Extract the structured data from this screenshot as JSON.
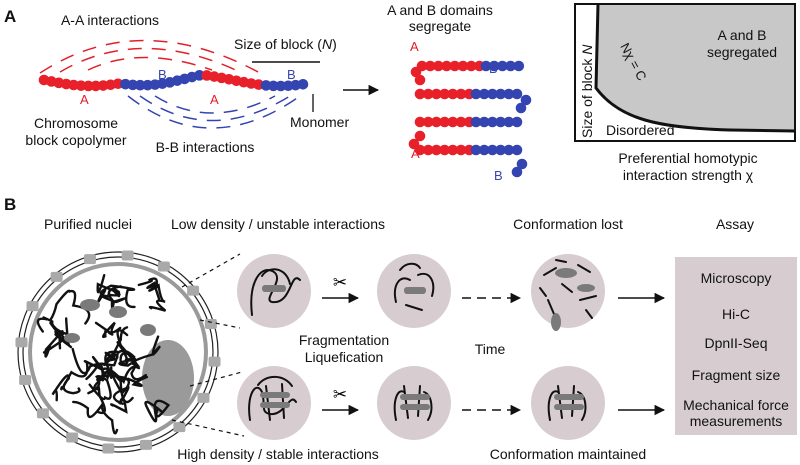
{
  "colors": {
    "red": "#e8202a",
    "blue": "#3444b0",
    "gray": "#c8c8c8",
    "nucleus_fill": "#d7cdd0",
    "assay_box": "#d7cdd0",
    "dark": "#222222"
  },
  "panel_a": {
    "label": "A",
    "aa_interactions": "A-A interactions",
    "bb_interactions": "B-B interactions",
    "size_of_block": "Size of block (",
    "size_of_block_n": "N",
    "size_of_block_end": ")",
    "chromosome_line1": "Chromosome",
    "chromosome_line2": "block copolymer",
    "monomer": "Monomer",
    "chain_labels": [
      "A",
      "B",
      "A",
      "B"
    ],
    "segregate_line1": "A and B domains",
    "segregate_line2": "segregate",
    "zigzag_labels": [
      "A",
      "B",
      "A",
      "B"
    ],
    "phase": {
      "ylabel": "Size of block ",
      "ylabel_n": "N",
      "curve_label": "Nχ = C",
      "segregated_line1": "A and B",
      "segregated_line2": "segregated",
      "disordered": "Disordered",
      "xlabel_line1": "Preferential homotypic",
      "xlabel_line2": "interaction strength  χ"
    }
  },
  "panel_b": {
    "label": "B",
    "purified_nuclei": "Purified nuclei",
    "low_density": "Low density / unstable interactions",
    "high_density": "High density / stable interactions",
    "conformation_lost": "Conformation lost",
    "conformation_maintained": "Conformation maintained",
    "fragmentation": "Fragmentation",
    "liquefication": "Liquefication",
    "time": "Time",
    "scissors": "✂",
    "assay_title": "Assay",
    "assays": [
      "Microscopy",
      "Hi-C",
      "DpnII-Seq",
      "Fragment size",
      "Mechanical force",
      "measurements"
    ]
  }
}
